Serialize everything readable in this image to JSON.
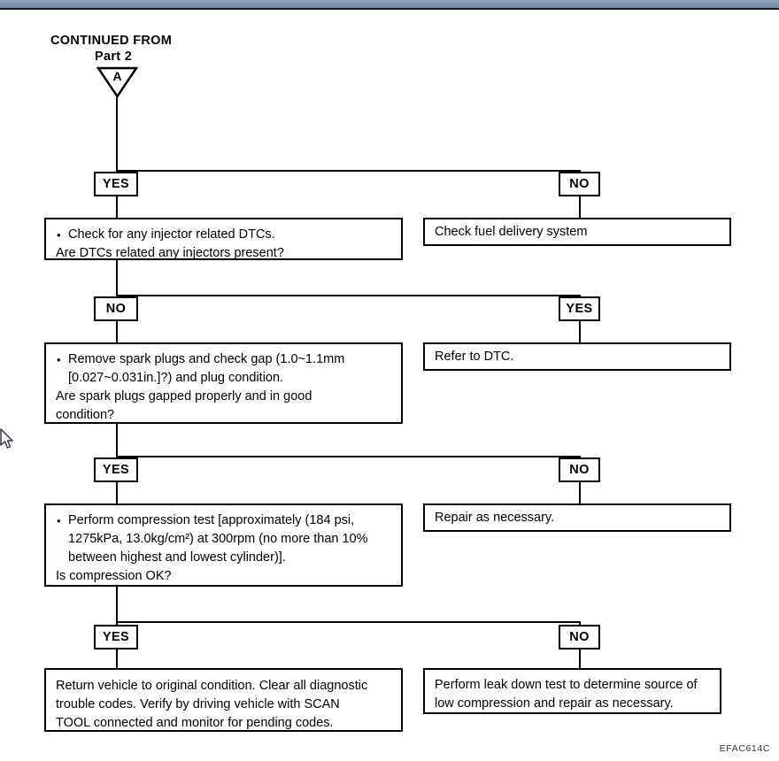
{
  "window": {
    "topbar_color": "#7b92b2",
    "close_icon": "close-x-icon"
  },
  "diagram": {
    "header": {
      "line1": "CONTINUED FROM",
      "line2": "Part 2",
      "connector_letter": "A"
    },
    "footer_code": "EFAC614C",
    "steps": [
      {
        "id": "step1",
        "left_label": "YES",
        "right_label": "NO",
        "left_box": {
          "bullet": "Check for any injector related DTCs.",
          "question": "Are DTCs related any injectors present?"
        },
        "right_box": {
          "text": "Check fuel delivery system"
        }
      },
      {
        "id": "step2",
        "left_label": "NO",
        "right_label": "YES",
        "left_box": {
          "bullet": "Remove spark plugs and check gap (1.0~1.1mm",
          "bullet_cont": "[0.027~0.031in.]?) and plug condition.",
          "question": "Are spark plugs gapped properly and in good",
          "question_cont": "condition?"
        },
        "right_box": {
          "text": "Refer to DTC."
        }
      },
      {
        "id": "step3",
        "left_label": "YES",
        "right_label": "NO",
        "left_box": {
          "bullet": "Perform compression test [approximately (184 psi,",
          "bullet_cont": "1275kPa, 13.0kg/cm²) at 300rpm (no more than 10%",
          "bullet_cont2": "between highest and lowest cylinder)].",
          "question": "Is compression OK?"
        },
        "right_box": {
          "text": "Repair as necessary."
        }
      },
      {
        "id": "step4",
        "left_label": "YES",
        "right_label": "NO",
        "left_box": {
          "line1": "Return vehicle to original condition. Clear all diagnostic",
          "line2": "trouble codes. Verify by driving vehicle with SCAN",
          "line3": "TOOL connected and monitor for pending codes."
        },
        "right_box": {
          "line1": "Perform leak down test to determine source of",
          "line2": "low compression and repair as necessary."
        }
      }
    ]
  }
}
